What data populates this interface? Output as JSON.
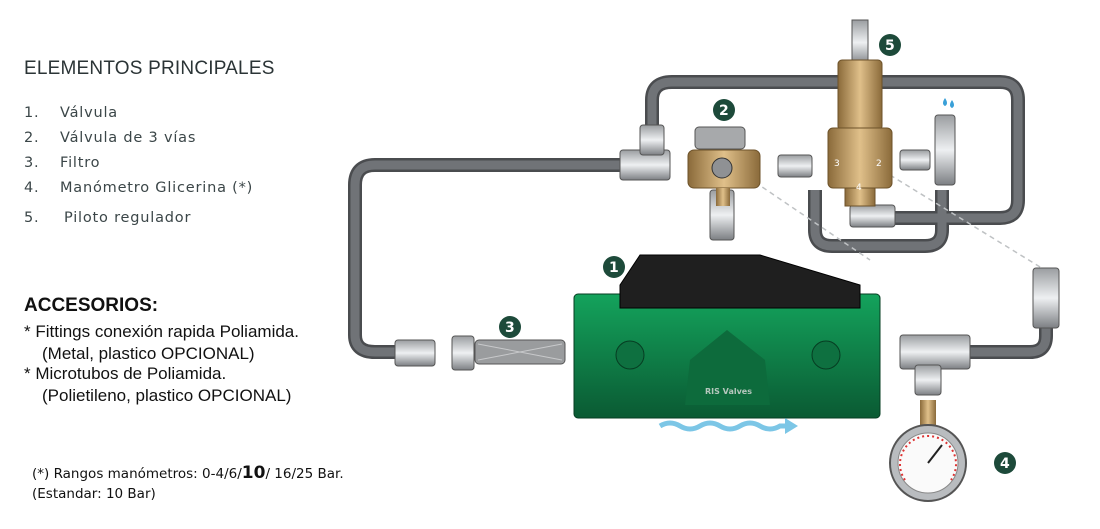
{
  "main_elements": {
    "title": "ELEMENTOS PRINCIPALES",
    "items": [
      {
        "number": "1.",
        "label": "Válvula"
      },
      {
        "number": "2.",
        "label": "Válvula de 3 vías"
      },
      {
        "number": "3.",
        "label": "Filtro"
      },
      {
        "number": "4.",
        "label": "Manómetro Glicerina (*)"
      },
      {
        "number": "5.",
        "label": "Piloto regulador"
      }
    ]
  },
  "accessories": {
    "title": "ACCESORIOS:",
    "lines": [
      "* Fittings conexión rapida Poliamida.",
      "(Metal, plastico  OPCIONAL)",
      "* Microtubos de Poliamida.",
      "(Polietileno, plastico OPCIONAL)"
    ]
  },
  "note": {
    "prefix": "(*) Rangos manómetros: 0-4/6/",
    "bold": "10",
    "suffix": "/ 16/25 Bar.",
    "standard": "(Estandar: 10 Bar)"
  },
  "diagram": {
    "badges": [
      "1",
      "2",
      "3",
      "4",
      "5"
    ],
    "logo_text": "RIS Valves",
    "pilot_port_labels": [
      "3",
      "2",
      "4"
    ],
    "colors": {
      "valve_green": "#0f7a45",
      "cap_black": "#1f1f1f",
      "pipe_gray": "#6b6d70",
      "brass": "#b8935a",
      "badge": "#1d4a3a",
      "flow": "#7cc6e6"
    }
  }
}
